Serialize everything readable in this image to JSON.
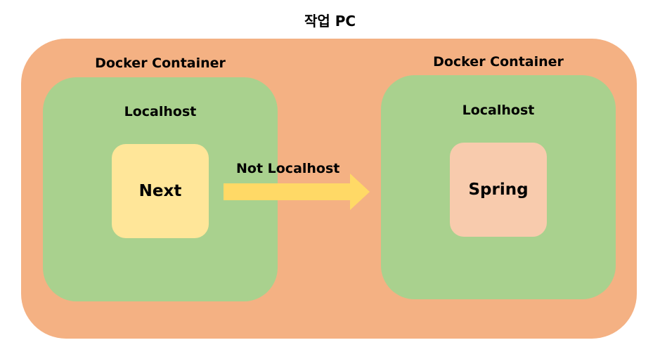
{
  "title": "작업 PC",
  "colors": {
    "outer": "#f4b183",
    "container": "#a9d18e",
    "next_app": "#ffe699",
    "spring_app": "#f8cbad",
    "arrow": "#ffd966"
  },
  "containers": [
    {
      "label": "Docker Container",
      "host_label": "Localhost",
      "app_label": "Next"
    },
    {
      "label": "Docker Container",
      "host_label": "Localhost",
      "app_label": "Spring"
    }
  ],
  "connection": {
    "label": "Not Localhost",
    "icon": "right-arrow-icon"
  }
}
